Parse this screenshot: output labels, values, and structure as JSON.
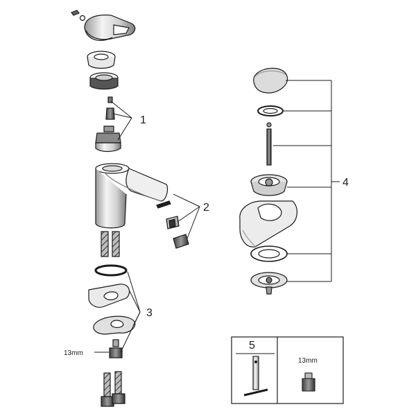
{
  "callouts": {
    "c1": "1",
    "c2": "2",
    "c3": "3",
    "c4": "4",
    "c5": "5"
  },
  "labels": {
    "hex_left": "13mm",
    "hex_box": "13mm"
  },
  "colors": {
    "line": "#1a1a1a",
    "shade": "#d9d9d9",
    "dark": "#555555",
    "light": "#f2f2f2"
  }
}
